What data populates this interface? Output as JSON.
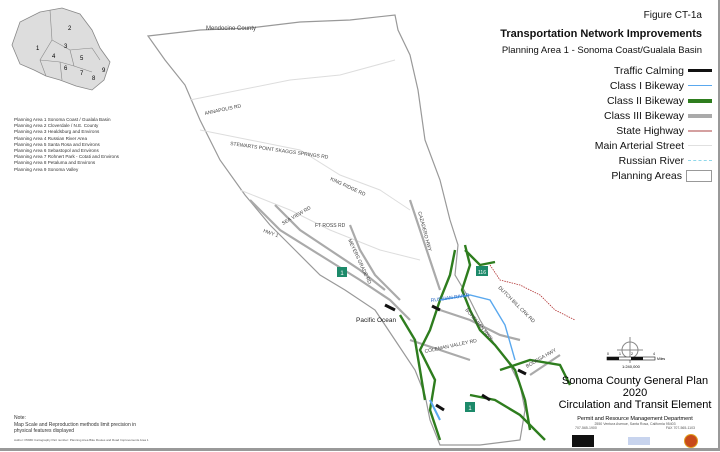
{
  "figure": "Figure CT-1a",
  "title": "Transportation Network Improvements",
  "subtitle": "Planning Area 1 - Sonoma Coast/Gualala Basin",
  "legend": [
    {
      "label": "Traffic Calming",
      "color": "#111111",
      "style": "thick"
    },
    {
      "label": "Class I Bikeway",
      "color": "#5aa8ee",
      "style": "thin"
    },
    {
      "label": "Class II Bikeway",
      "color": "#2e7d1e",
      "style": "thick"
    },
    {
      "label": "Class III Bikeway",
      "color": "#aaaaaa",
      "style": "thick"
    },
    {
      "label": "State Highway",
      "color": "#d4a0a0",
      "style": "double"
    },
    {
      "label": "Main Arterial Street",
      "color": "#e0e0e0",
      "style": "thin"
    },
    {
      "label": "Russian River",
      "color": "#8fd8ea",
      "style": "dashed"
    },
    {
      "label": "Planning Areas",
      "color": "#999999",
      "style": "box"
    }
  ],
  "inset_numbers": [
    "1",
    "2",
    "3",
    "4",
    "5",
    "6",
    "7",
    "8",
    "9"
  ],
  "planning_areas": [
    "Planning Area 1 Sonoma Coast / Gualala Basin",
    "Planning Area 2 Cloverdale / N.E. County",
    "Planning Area 3 Healdsburg and Environs",
    "Planning Area 4 Russian River Area",
    "Planning Area 5 Santa Rosa and Environs",
    "Planning Area 6 Sebastopol and Environs",
    "Planning Area 7 Rohnert Park - Cotati and Environs",
    "Planning Area 8 Petaluma and Environs",
    "Planning Area 9 Sonoma Valley"
  ],
  "map_labels": {
    "mendocino": "Mendocino County",
    "annapolis": "ANNAPOLIS RD",
    "stewarts": "STEWARTS POINT SKAGGS SPRINGS RD",
    "king_ridge": "KING RIDGE RD",
    "sea_view": "SEA VIEW RD",
    "ft_ross": "FT ROSS RD",
    "hwy1": "HWY 1",
    "meyers": "MEYERS GRADE RD",
    "cazadero": "CAZADERO HWY",
    "dutch_bill": "DUTCH BILL CRK RD",
    "bohemian": "BOHEMIAN HWY",
    "coleman": "COLEMAN VALLEY RD",
    "bodega": "BODEGA HWY",
    "russian_river": "RUSSIAN RIVER",
    "ocean": "Pacific Ocean",
    "shield_1a": "1",
    "shield_116": "116",
    "shield_1b": "1"
  },
  "scale": {
    "ticks": [
      "0",
      "1",
      "2",
      "4"
    ],
    "unit": "Miles",
    "ratio": "1:240,000",
    "north": "N"
  },
  "plan": {
    "line1": "Sonoma County General Plan 2020",
    "line2": "Circulation and Transit Element",
    "dept": "Permit and Resource Management Department",
    "address": "2550 Ventura Avenue, Santa Rosa, California 95403",
    "phone": "707-565-1900",
    "fax": "FAX 707-565-1103"
  },
  "note": {
    "heading": "Note:",
    "text": "Map Scale and Reproduction methods limit precision in physical features displayed"
  },
  "author": "Author: PRMD Cartography   Part number: Planning Area Bike Routes and Road Improvements Area 1"
}
